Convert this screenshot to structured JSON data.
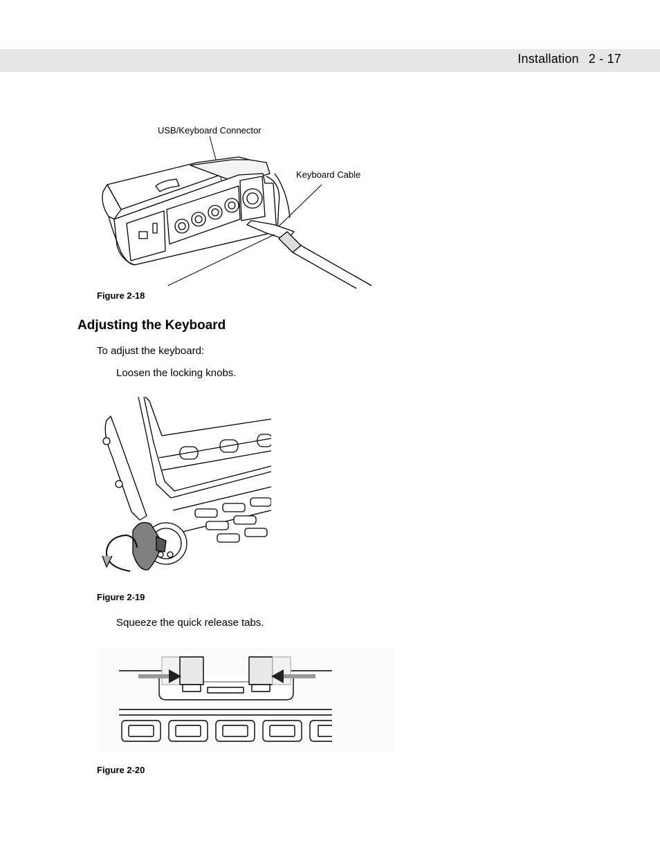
{
  "header": {
    "chapter": "Installation",
    "page_number": "2 - 17"
  },
  "figure_18": {
    "caption": "Figure 2-18",
    "callouts": {
      "usb_keyboard_connector": "USB/Keyboard Connector",
      "keyboard_cable": "Keyboard Cable"
    }
  },
  "section": {
    "title": "Adjusting the Keyboard",
    "intro": "To adjust the keyboard:",
    "step_1": "Loosen the locking knobs.",
    "step_2": "Squeeze the quick release tabs."
  },
  "figure_19": {
    "caption": "Figure 2-19"
  },
  "figure_20": {
    "caption": "Figure 2-20"
  }
}
